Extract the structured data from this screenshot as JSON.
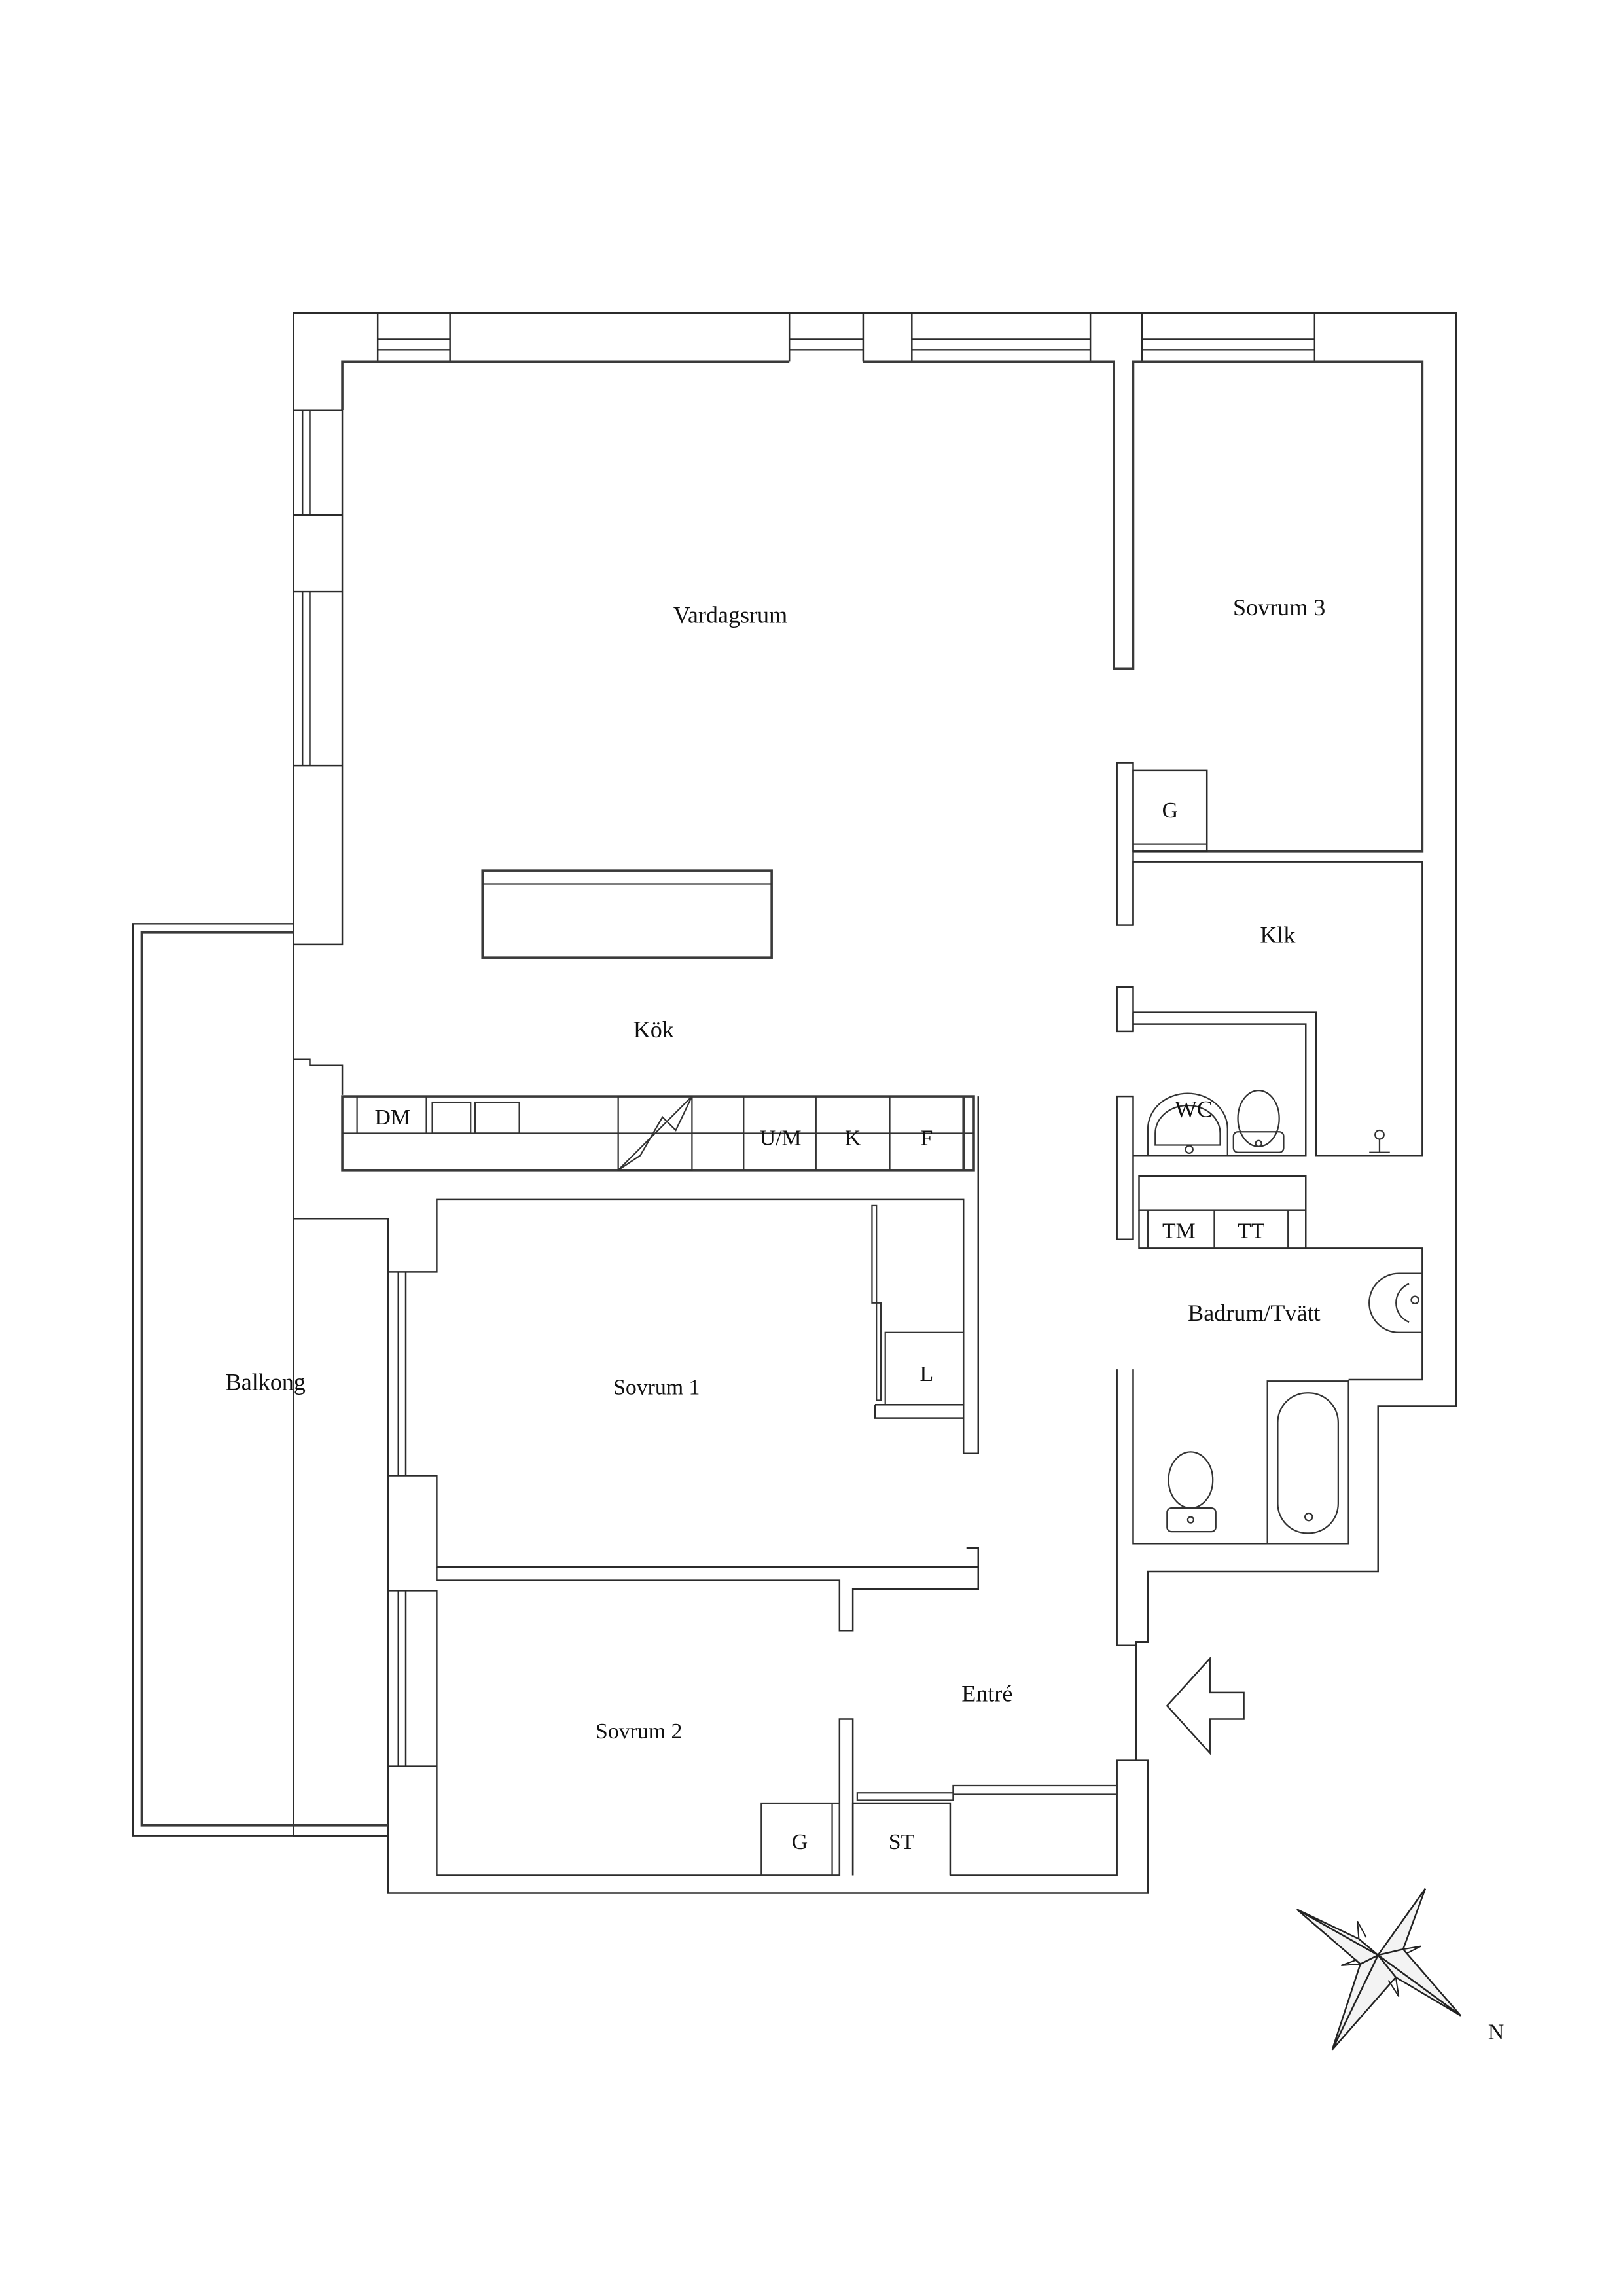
{
  "rooms": {
    "vardagsrum": "Vardagsrum",
    "sovrum3": "Sovrum 3",
    "kok": "Kök",
    "klk": "Klk",
    "wc": "WC",
    "badrum": "Badrum/Tvätt",
    "balkong": "Balkong",
    "sovrum1": "Sovrum 1",
    "sovrum2": "Sovrum 2",
    "entre": "Entré"
  },
  "fixtures": {
    "dm": "DM",
    "um": "U/M",
    "k": "K",
    "f": "F",
    "tm": "TM",
    "tt": "TT",
    "g_sovrum3": "G",
    "g_sovrum2": "G",
    "l": "L",
    "st": "ST"
  },
  "compass": {
    "north_label": "N"
  },
  "colors": {
    "line": "#2b2b2b",
    "background": "#ffffff"
  }
}
